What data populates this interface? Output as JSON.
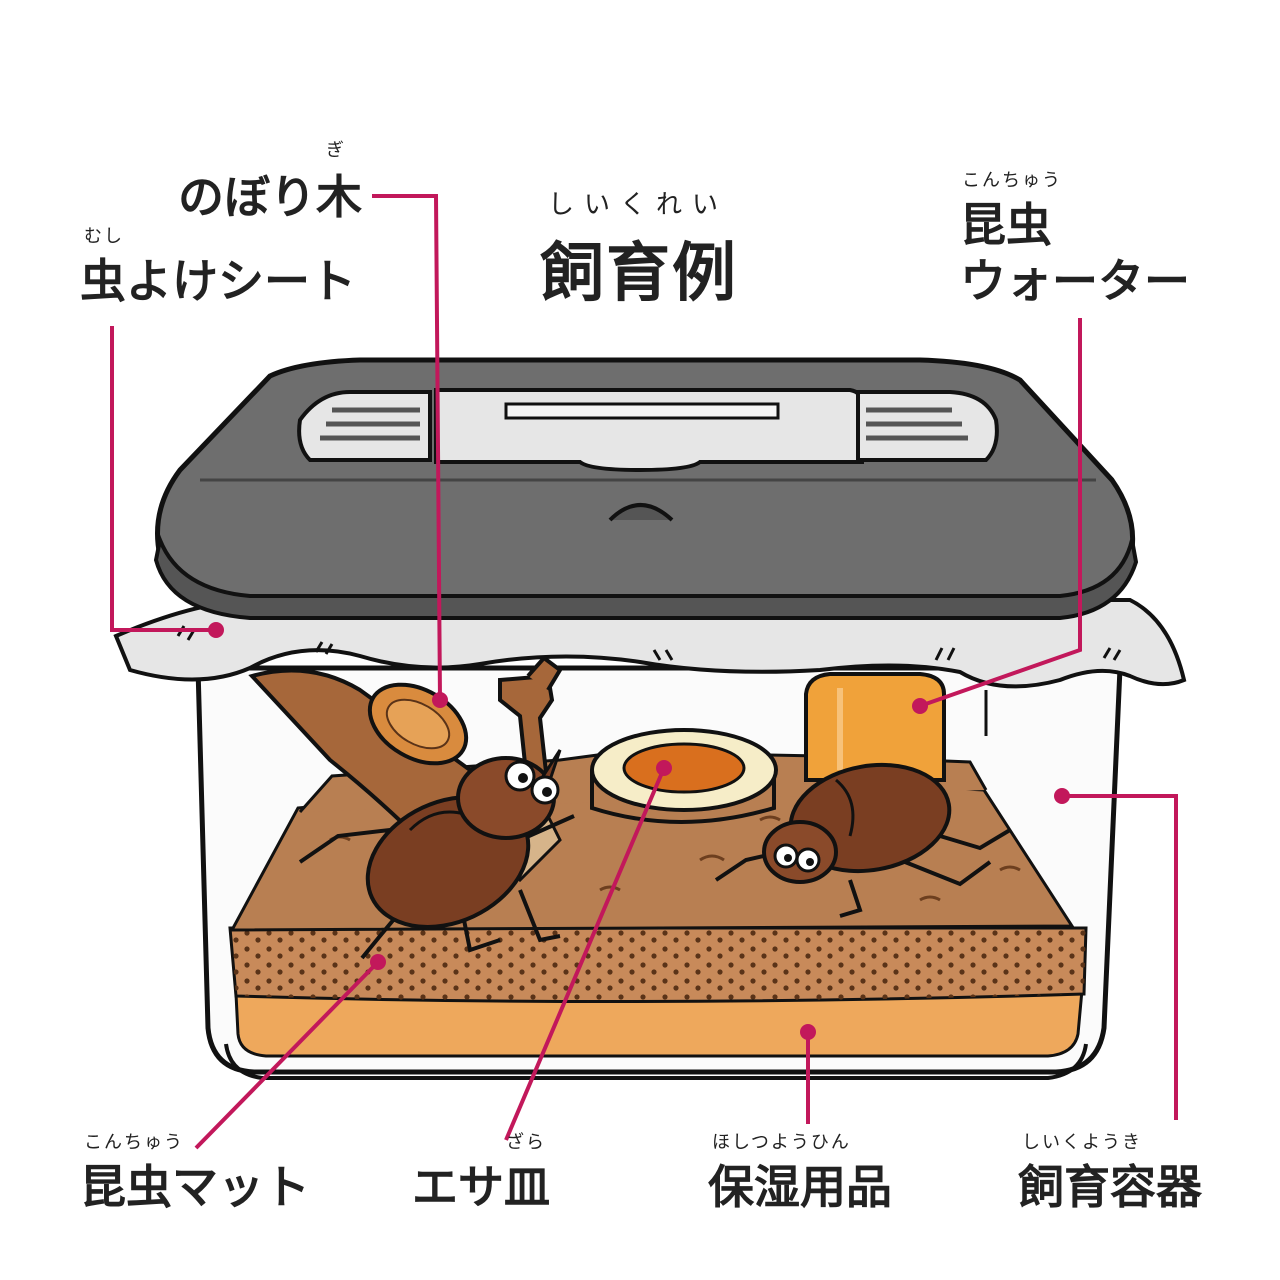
{
  "title": {
    "text": "飼育例",
    "ruby": "しいくれい"
  },
  "labels": {
    "nobori": {
      "text": "のぼり木",
      "ruby": "ぎ"
    },
    "mushiyoke": {
      "text": "虫よけシート",
      "ruby": "むし"
    },
    "water_line1": {
      "text": "昆虫",
      "ruby": "こんちゅう"
    },
    "water_line2": {
      "text": "ウォーター"
    },
    "mat": {
      "text": "昆虫マット",
      "ruby": "こんちゅう"
    },
    "esa": {
      "text": "エサ皿",
      "ruby": "ざら"
    },
    "hoshitsu": {
      "text": "保湿用品",
      "ruby": "ほしつようひん"
    },
    "youki": {
      "text": "飼育容器",
      "ruby": "しいくようき"
    }
  },
  "colors": {
    "leader": "#c2185b",
    "lid": "#6e6e6e",
    "lid_dark": "#4a4a4a",
    "sheet": "#e6e6e6",
    "mat": "#b87f52",
    "mat_dark": "#8a5632",
    "bottom_layer": "#eea85c",
    "beetle": "#7a3e22",
    "wood": "#a6673a",
    "water": "#f0a23a"
  }
}
